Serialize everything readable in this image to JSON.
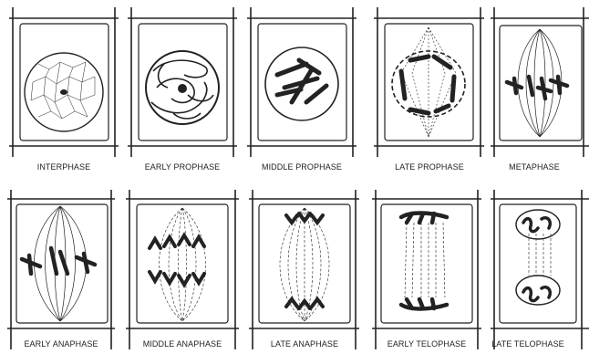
{
  "cells": [
    {
      "id": "interphase",
      "label": "INTERPHASE"
    },
    {
      "id": "early-prophase",
      "label": "EARLY PROPHASE"
    },
    {
      "id": "middle-prophase",
      "label": "MIDDLE PROPHASE"
    },
    {
      "id": "late-prophase",
      "label": "LATE  PROPHASE"
    },
    {
      "id": "metaphase",
      "label": "METAPHASE"
    },
    {
      "id": "early-anaphase",
      "label": "EARLY ANAPHASE"
    },
    {
      "id": "middle-anaphase",
      "label": "MIDDLE   ANAPHASE"
    },
    {
      "id": "late-anaphase",
      "label": "LATE  ANAPHASE"
    },
    {
      "id": "early-telophase",
      "label": "EARLY TELOPHASE"
    },
    {
      "id": "late-telophase",
      "label": "LATE TELOPHASE"
    }
  ],
  "colors": {
    "ink": "#222222",
    "background": "#ffffff"
  }
}
